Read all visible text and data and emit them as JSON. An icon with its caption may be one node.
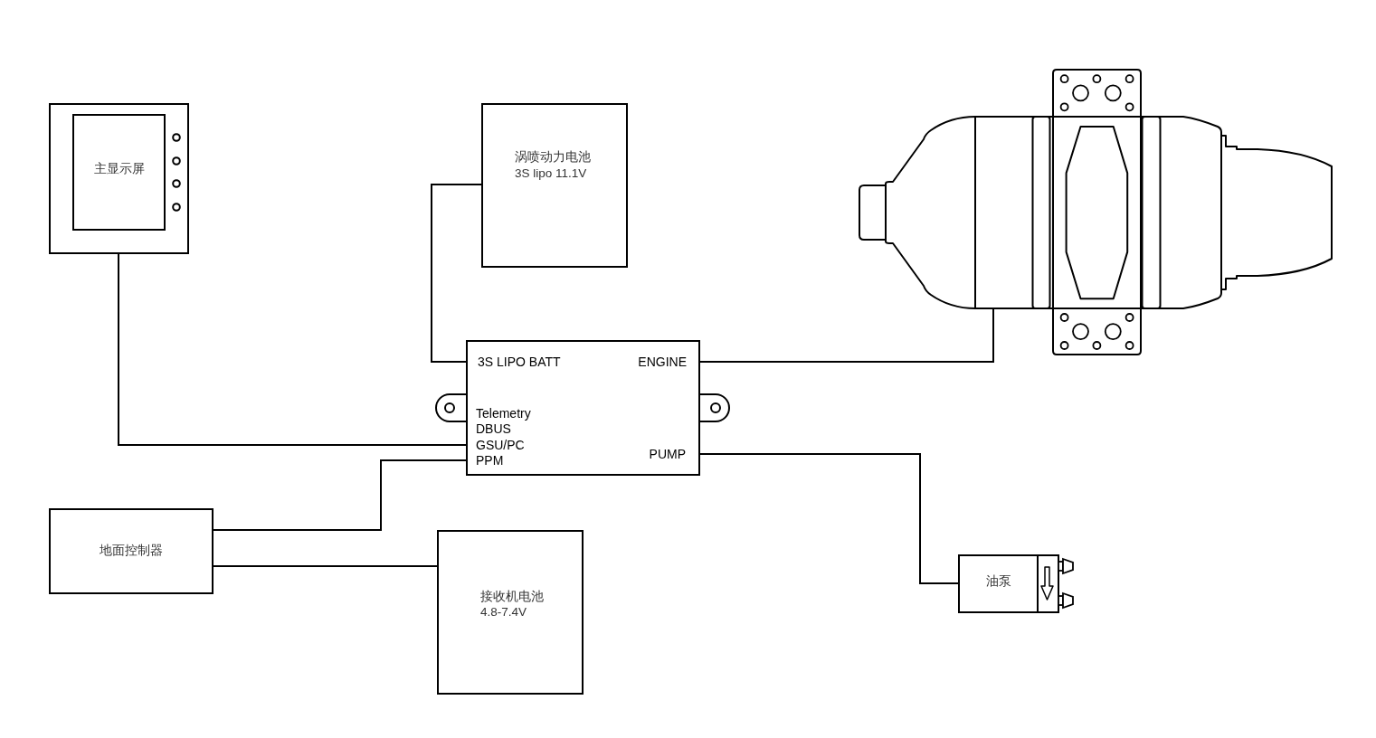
{
  "diagram": {
    "nodes": [
      {
        "text": [],
        "shape": "box"
      },
      {
        "text": [
          "主显示屏"
        ],
        "in": 0
      },
      {
        "text": [
          "涡喷动力电池",
          "3S lipo 11.1V"
        ]
      },
      {
        "text": [],
        "shape": "picture"
      },
      {
        "text": [
          "3S LIPO BATT",
          "ENGINE",
          "Telemetry",
          "DBUS",
          "GSU/PC",
          "PPM",
          "PUMP"
        ]
      },
      {
        "text": [
          "地面控制器"
        ]
      },
      {
        "text": [
          "接收机电池",
          "4.8-7.4V"
        ]
      },
      {
        "text": [
          "油泵"
        ]
      }
    ],
    "edges": [
      {
        "from": 0,
        "to": 4,
        "arrow": "none"
      },
      {
        "from": 2,
        "to": 4,
        "arrow": "none"
      },
      {
        "from": 4,
        "to": 3,
        "arrow": "none"
      },
      {
        "from": 4,
        "to": 7,
        "arrow": "none"
      },
      {
        "from": 5,
        "to": 4,
        "arrow": "none"
      },
      {
        "from": 5,
        "to": 6,
        "arrow": "none"
      }
    ]
  }
}
